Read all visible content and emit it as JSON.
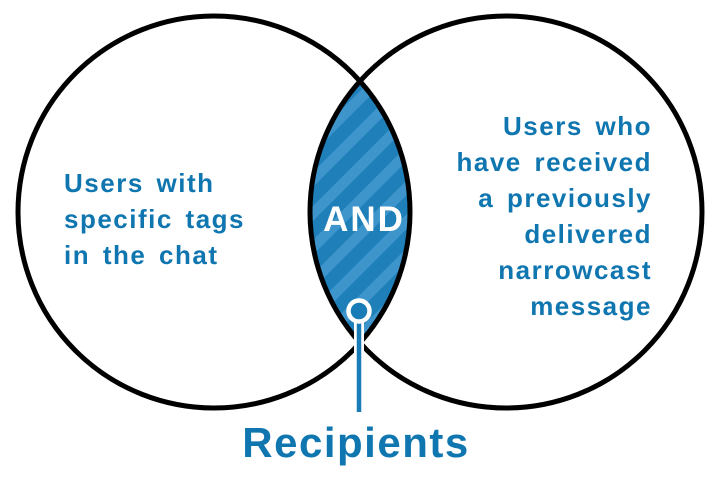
{
  "diagram": {
    "type": "venn",
    "title": "Recipients",
    "left_circle": {
      "lines": [
        "Users with",
        "specific tags",
        "in the chat"
      ]
    },
    "right_circle": {
      "lines": [
        "Users who",
        "have received",
        "a previously",
        "delivered",
        "narrowcast",
        "message"
      ]
    },
    "intersection": {
      "label": "AND"
    },
    "colors": {
      "background": "#ffffff",
      "text_blue": "#0f76b0",
      "stripe_dark": "#1f7fb9",
      "stripe_light": "#3d95cc",
      "outline": "#000000",
      "pin_blue": "#1a7cb6",
      "pin_casing": "#ffffff",
      "intersection_text": "#ffffff"
    }
  }
}
